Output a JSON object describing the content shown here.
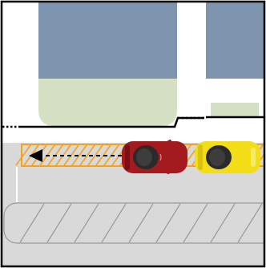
{
  "scene": {
    "type": "parking-maneuver-diagram",
    "view": "top-down"
  },
  "colors": {
    "building": "#7f94ae",
    "lawn": "#d6e0c5",
    "road": "#d9d9d9",
    "border": "#000000",
    "stripe_orange": "#f5a21b",
    "red_car": "#a31a1f",
    "yellow_car": "#f2dd17",
    "car_window": "#2a2a2a",
    "curb": "#000000",
    "hatch_line": "#8c8c8c"
  },
  "elements": {
    "buildings": [
      "building-left",
      "building-right"
    ],
    "lawns": [
      "lawn-left",
      "lawn-right"
    ],
    "vehicles": [
      {
        "name": "red-car",
        "color": "red",
        "facing": "right"
      },
      {
        "name": "yellow-car",
        "color": "yellow",
        "facing": "right"
      }
    ],
    "path_arrow": {
      "direction": "left",
      "style": "dashed"
    },
    "no_parking_zone": {
      "style": "hatched"
    }
  }
}
